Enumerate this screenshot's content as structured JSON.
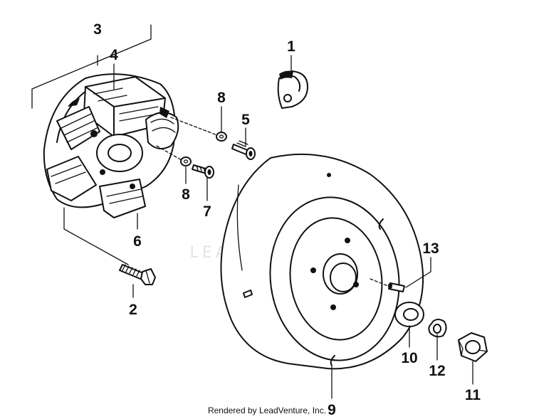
{
  "callouts": {
    "c1": "1",
    "c2": "2",
    "c3": "3",
    "c4": "4",
    "c5": "5",
    "c6": "6",
    "c7": "7",
    "c8a": "8",
    "c8b": "8",
    "c9": "9",
    "c10": "10",
    "c11": "11",
    "c12": "12",
    "c13": "13"
  },
  "watermark": "LEADVENTURE",
  "footer": "Rendered by LeadVenture, Inc.",
  "colors": {
    "ink": "#111111",
    "watermark": "#cfcfcf",
    "background": "#ffffff"
  }
}
